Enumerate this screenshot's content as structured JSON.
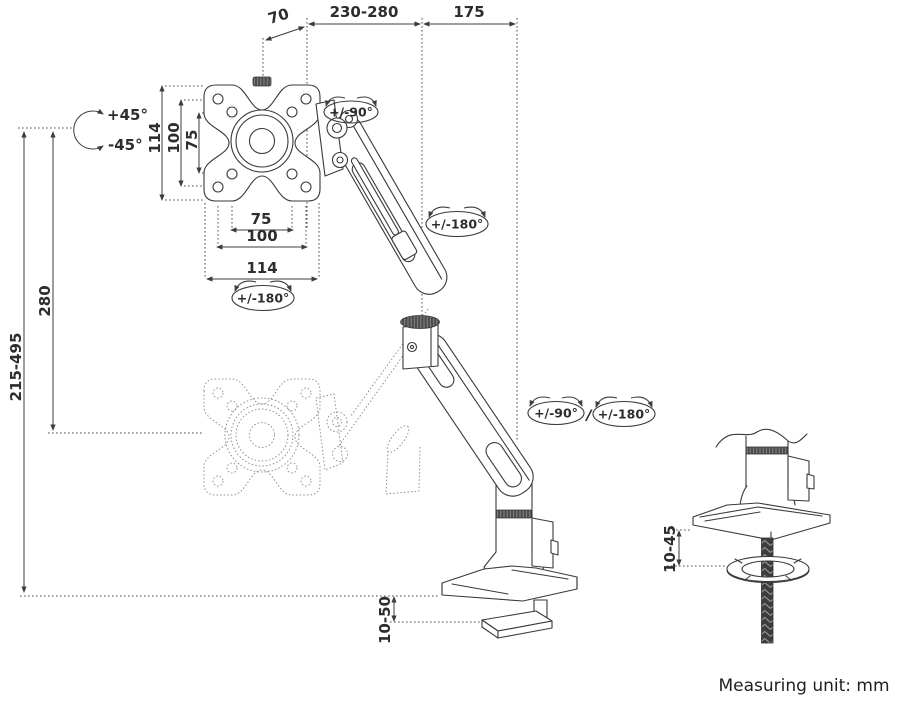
{
  "meta": {
    "unit_note": "Measuring unit: mm"
  },
  "dimensions": {
    "head_offset": "70",
    "arm_reach": "230-280",
    "rear_offset": "175",
    "tilt_up": "+45°",
    "tilt_down": "-45°",
    "vesa_plate_height": "114",
    "vesa_hole_height_100": "100",
    "vesa_hole_height_75": "75",
    "vesa_hole_width_75": "75",
    "vesa_hole_width_100": "100",
    "vesa_plate_width": "114",
    "lift_range": "280",
    "height_range": "215-495",
    "desk_clamp_range": "10-50",
    "grommet_range": "10-45"
  },
  "rotations": {
    "head_swivel": "+/-90°",
    "elbow_rotation": "+/-180°",
    "vesa_rotation": "+/-180°",
    "base_swivel": "+/-90°",
    "separator": "/",
    "base_rotation": "+/-180°"
  }
}
